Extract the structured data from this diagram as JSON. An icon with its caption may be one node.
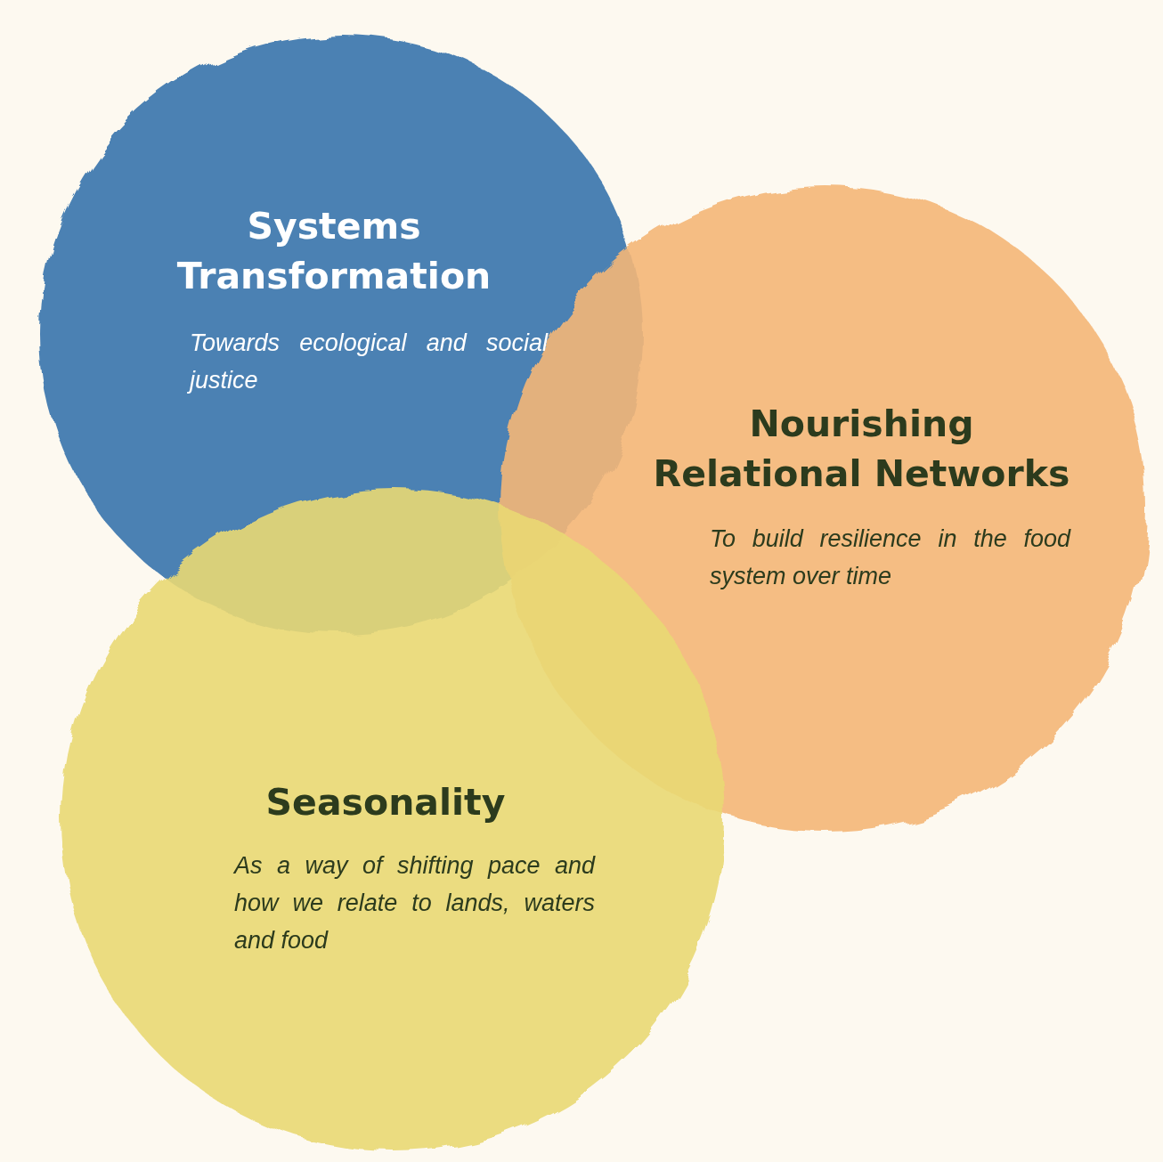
{
  "diagram": {
    "nodes": [
      {
        "text": [
          "Systems Transformation",
          "Towards ecological and social justice"
        ]
      },
      {
        "text": [
          "Nourishing Relational Networks",
          "To build resilience in the food system over time"
        ]
      },
      {
        "text": [
          "Seasonality",
          "As a way of shifting pace and how we relate to lands, waters and food"
        ]
      }
    ]
  }
}
